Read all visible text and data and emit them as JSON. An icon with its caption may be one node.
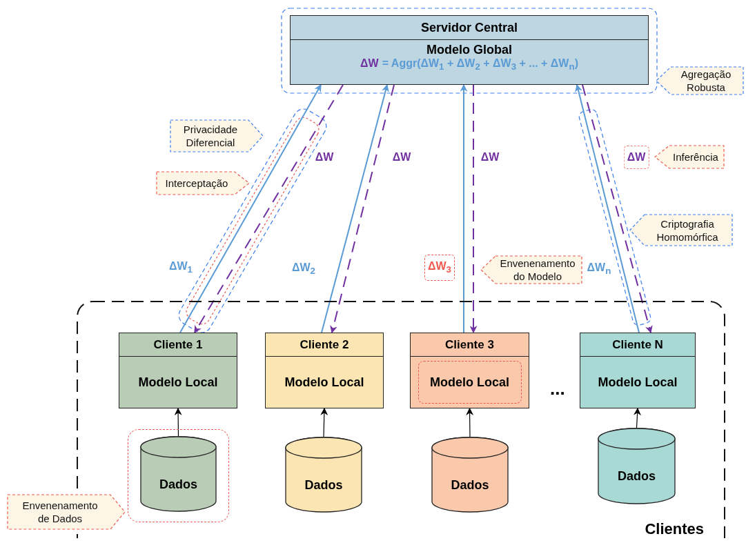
{
  "diagram": {
    "nodes": [
      {
        "text": [
          "Servidor Central",
          "Modelo Global",
          "ΔW",
          "= Aggr(ΔW$_{1}$ + ΔW$_{2}$ + ΔW$_{3}$ + ... + ΔW$_{n}$)"
        ]
      },
      {
        "text": [
          "Agregação Robusta"
        ]
      },
      {
        "text": [
          "Privacidade Diferencial"
        ]
      },
      {
        "text": [
          "Inferência"
        ]
      },
      {
        "text": [
          "Interceptação"
        ]
      },
      {
        "text": [
          "Criptografia Homomórfica"
        ]
      },
      {
        "text": [
          "Envenenamento do Modelo"
        ]
      },
      {
        "text": [
          "Clientes"
        ]
      },
      {
        "text": [
          "Cliente 1",
          "Modelo Local"
        ],
        "in": 7
      },
      {
        "text": [
          "Cliente 2",
          "Modelo Local"
        ],
        "in": 7
      },
      {
        "text": [
          "Cliente 3",
          "Modelo Local"
        ],
        "in": 7
      },
      {
        "text": [
          "Cliente N",
          "Modelo Local"
        ],
        "in": 7
      },
      {
        "text": [
          "Dados"
        ],
        "in": 7
      },
      {
        "text": [
          "Dados"
        ],
        "in": 7
      },
      {
        "text": [
          "Dados"
        ],
        "in": 7
      },
      {
        "text": [
          "Dados"
        ],
        "in": 7
      },
      {
        "text": [
          "Envenenamento de Dados"
        ]
      }
    ],
    "edges": [
      {
        "from": 8,
        "to": 0,
        "arrow": "to",
        "label": "ΔW$_{1}$",
        "color": "#5b9bd5"
      },
      {
        "from": 0,
        "to": 8,
        "arrow": "to",
        "label": "ΔW",
        "style": "dashed",
        "color": "#7030a0"
      },
      {
        "from": 9,
        "to": 0,
        "arrow": "to",
        "label": "ΔW$_{2}$",
        "color": "#5b9bd5"
      },
      {
        "from": 0,
        "to": 9,
        "arrow": "to",
        "label": "ΔW",
        "style": "dashed",
        "color": "#7030a0"
      },
      {
        "from": 10,
        "to": 0,
        "arrow": "to",
        "label": "ΔW$_{3}$",
        "color": "#5b9bd5"
      },
      {
        "from": 0,
        "to": 10,
        "arrow": "to",
        "label": "ΔW",
        "style": "dashed",
        "color": "#7030a0"
      },
      {
        "from": 11,
        "to": 0,
        "arrow": "to",
        "label": "ΔW$_{n}$",
        "color": "#5b9bd5"
      },
      {
        "from": 0,
        "to": 11,
        "arrow": "to",
        "label": "ΔW",
        "style": "dashed",
        "color": "#7030a0"
      },
      {
        "from": 12,
        "to": 8,
        "arrow": "to",
        "color": "#000000"
      },
      {
        "from": 13,
        "to": 9,
        "arrow": "to",
        "color": "#000000"
      },
      {
        "from": 14,
        "to": 10,
        "arrow": "to",
        "color": "#000000"
      },
      {
        "from": 15,
        "to": 11,
        "arrow": "to",
        "color": "#000000"
      }
    ],
    "labels": [
      "..."
    ]
  }
}
